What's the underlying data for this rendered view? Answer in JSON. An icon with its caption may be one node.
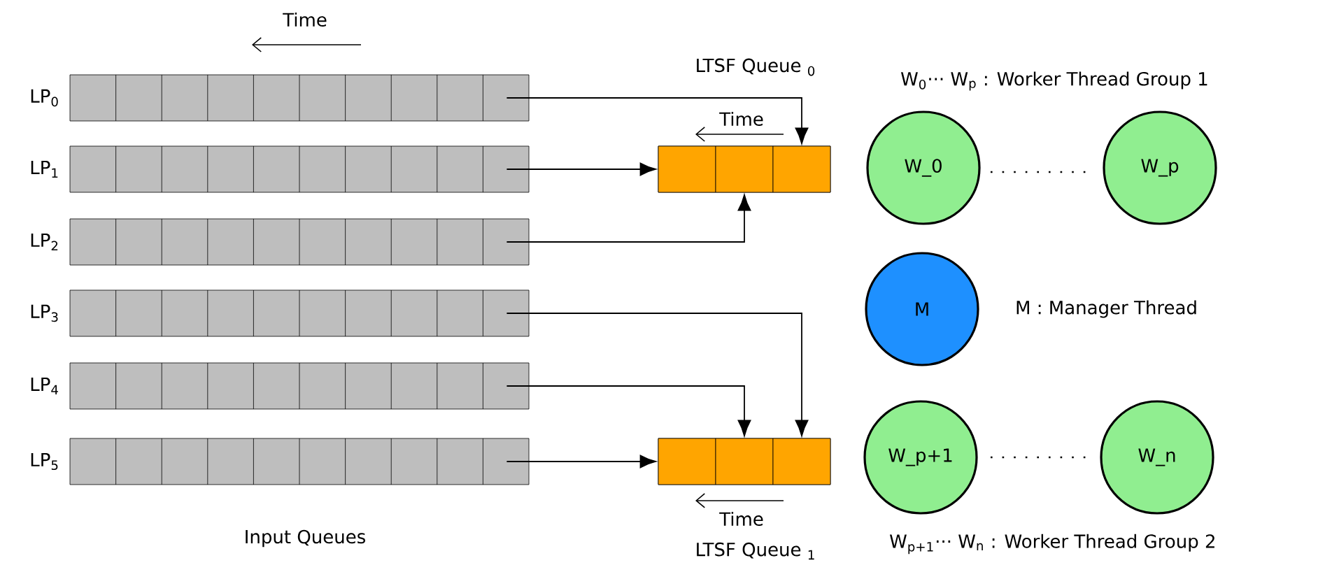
{
  "diagram": {
    "nodes": [
      {
        "text": [],
        "shape": "bar",
        "beside": [
          "LP$_{0}$"
        ]
      },
      {
        "text": [],
        "shape": "bar",
        "beside": [
          "LP$_{1}$"
        ]
      },
      {
        "text": [],
        "shape": "bar",
        "beside": [
          "LP$_{2}$"
        ]
      },
      {
        "text": [],
        "shape": "bar",
        "beside": [
          "LP$_{3}$"
        ]
      },
      {
        "text": [],
        "shape": "bar",
        "beside": [
          "LP$_{4}$"
        ]
      },
      {
        "text": [],
        "shape": "bar",
        "beside": [
          "LP$_{5}$"
        ]
      },
      {
        "text": [],
        "shape": "box"
      },
      {
        "text": [],
        "shape": "box",
        "in": 6
      },
      {
        "text": [],
        "shape": "box",
        "in": 6
      },
      {
        "text": [],
        "shape": "box",
        "in": 6
      },
      {
        "text": [],
        "shape": "box"
      },
      {
        "text": [],
        "shape": "box",
        "in": 10
      },
      {
        "text": [],
        "shape": "box",
        "in": 10
      },
      {
        "text": [],
        "shape": "box",
        "in": 10
      },
      {
        "text": [
          "W_0"
        ]
      },
      {
        "text": [
          "W_p"
        ]
      },
      {
        "text": [
          "M"
        ]
      },
      {
        "text": [
          "W_p+1"
        ]
      },
      {
        "text": [
          "W_n"
        ]
      }
    ],
    "edges": [
      {
        "from": 0,
        "to": 9,
        "arrow": "to"
      },
      {
        "from": 1,
        "to": 7,
        "arrow": "to"
      },
      {
        "from": 2,
        "to": 8,
        "arrow": "to"
      },
      {
        "from": 3,
        "to": 13,
        "arrow": "to"
      },
      {
        "from": 4,
        "to": 12,
        "arrow": "to"
      },
      {
        "from": 5,
        "to": 11,
        "arrow": "to"
      }
    ],
    "labels": [
      "Time",
      "LTSF Queue $_{0}$",
      "W$_{0}$··· W$_{p}$ : Worker Thread Group 1",
      "Time",
      "M : Manager Thread",
      "Time",
      "Input Queues",
      "W$_{p+1}$··· W$_{n}$ : Worker Thread Group 2",
      "LTSF Queue $_{1}$"
    ]
  }
}
